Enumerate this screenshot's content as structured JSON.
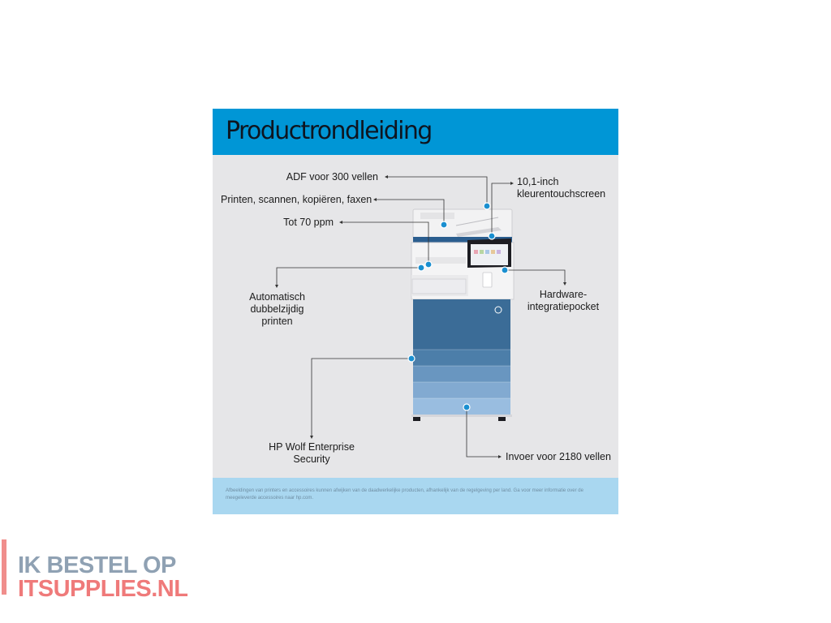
{
  "infographic": {
    "title": "Productrondleiding",
    "callouts": {
      "adf": "ADF voor 300 vellen",
      "functions": "Printen, scannen, kopiëren, faxen",
      "speed": "Tot 70 ppm",
      "duplex": [
        "Automatisch",
        "dubbelzijdig",
        "printen"
      ],
      "touchscreen": [
        "10,1-inch",
        "kleurentouchscreen"
      ],
      "hip": [
        "Hardware-",
        "integratiepocket"
      ],
      "security": [
        "HP Wolf Enterprise",
        "Security"
      ],
      "input": "Invoer voor 2180 vellen"
    },
    "disclaimer": "Afbeeldingen van printers en accessoires kunnen afwijken van de daadwerkelijke producten, afhankelijk van de regelgeving per land. Ga voor meer informatie over de meegeleverde accessoires naar hp.com.",
    "colors": {
      "banner": "#0096d6",
      "panel": "#e6e6e8",
      "footer": "#a9d7f0",
      "hotspot": "#1a8fd0"
    }
  },
  "branding": {
    "line1": "IK BESTEL OP",
    "line2": "ITSUPPLIES.NL",
    "colors": {
      "line1": "#8fa1b3",
      "line2": "#ef7a7a",
      "bar": "#f08e8c"
    }
  }
}
